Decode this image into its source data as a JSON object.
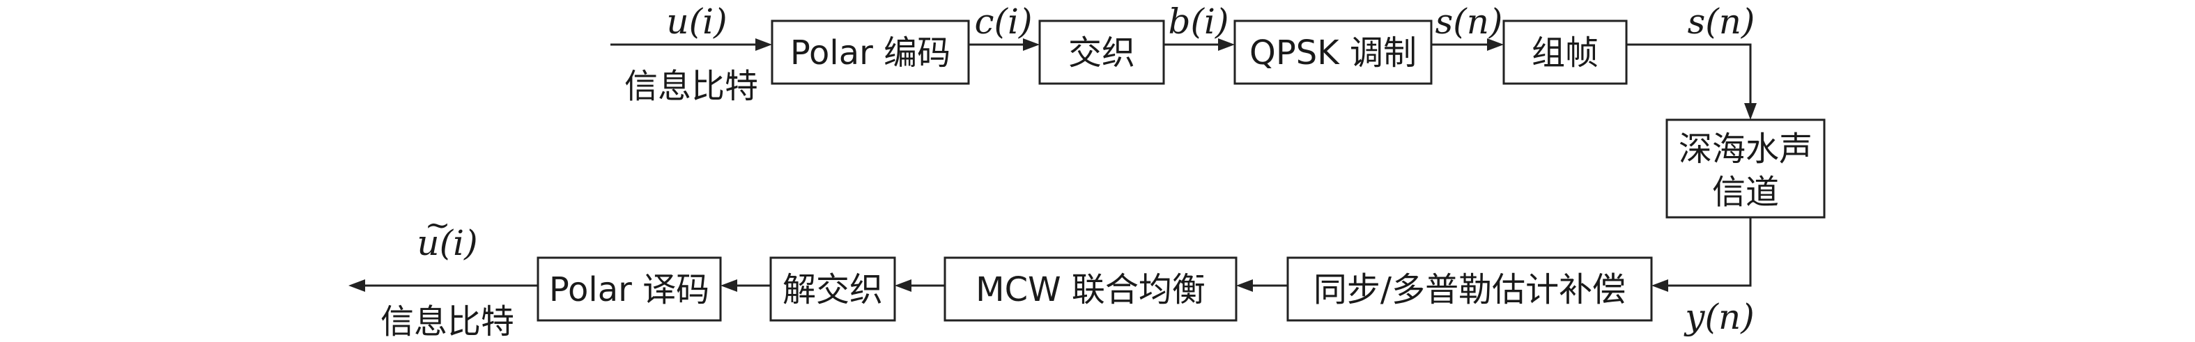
{
  "blocks": {
    "polar_encode": "Polar 编码",
    "interleave": "交织",
    "qpsk": "QPSK 调制",
    "framing": "组帧",
    "channel_line1": "深海水声",
    "channel_line2": "信道",
    "sync": "同步/多普勒估计补偿",
    "mcw": "MCW 联合均衡",
    "deinterleave": "解交织",
    "polar_decode": "Polar 译码"
  },
  "signals": {
    "input": "u(i)",
    "input_caption": "信息比特",
    "c": "c(i)",
    "b": "b(i)",
    "s1": "s(n)",
    "s2": "s(n)",
    "y": "y(n)",
    "output_tilde": "~",
    "output": "u(i)",
    "output_caption": "信息比特"
  }
}
